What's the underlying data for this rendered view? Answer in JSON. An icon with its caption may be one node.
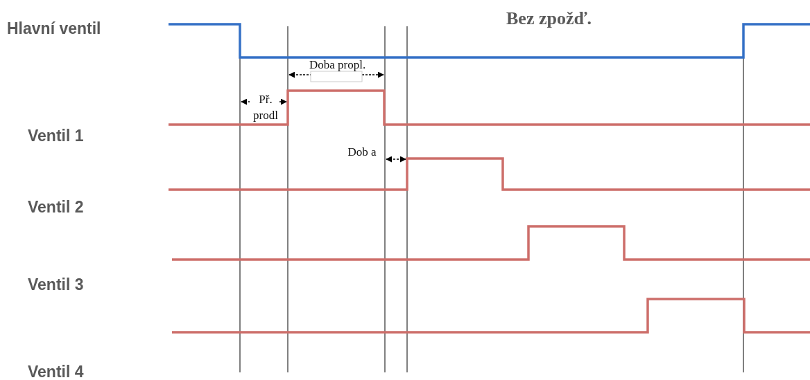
{
  "diagram": {
    "labels": [
      "Hlavní ventil",
      "Bez zpožď.",
      "Doba propl.",
      "Př. prodl",
      "Ventil 1",
      "Dob a",
      "Ventil 2",
      "Ventil 3",
      "Ventil 4"
    ]
  }
}
